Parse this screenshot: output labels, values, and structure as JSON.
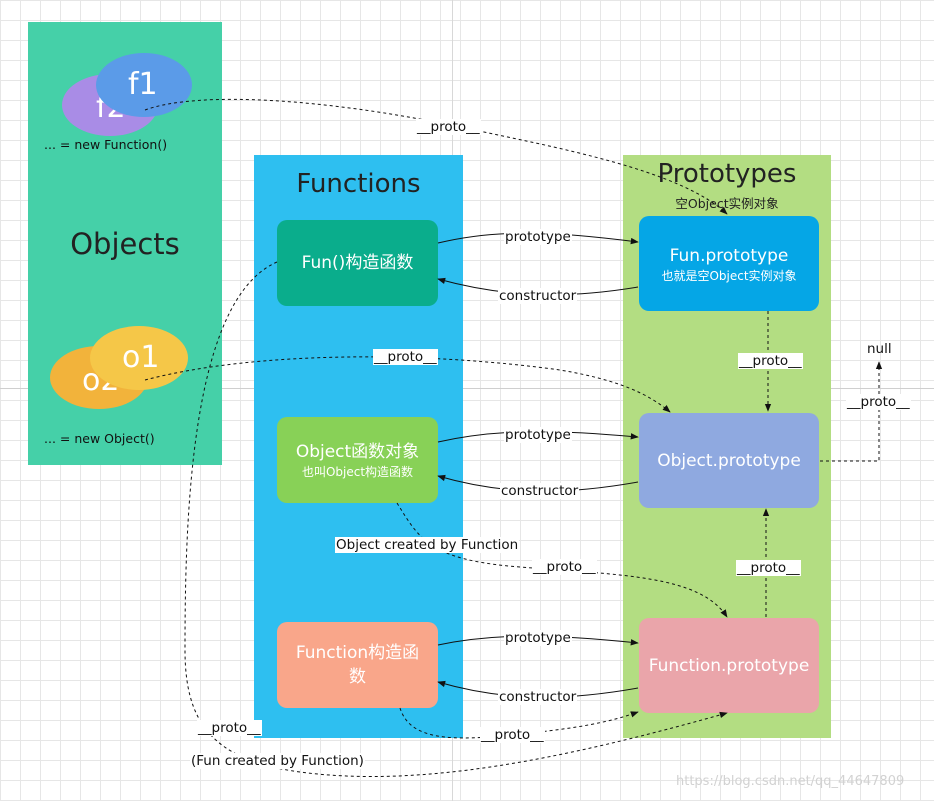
{
  "panels": {
    "objects": {
      "title": "Objects",
      "color": "#45d0a8"
    },
    "functions": {
      "title": "Functions",
      "color": "#2ebff0"
    },
    "prototypes": {
      "title": "Prototypes",
      "subtitle": "空Object实例对象",
      "color": "#b3dd82"
    }
  },
  "objects": {
    "ellipses": [
      {
        "label": "f2",
        "color": "#a98ce6"
      },
      {
        "label": "f1",
        "color": "#5b9be8"
      },
      {
        "label": "o2",
        "color": "#f2b33b"
      },
      {
        "label": "o1",
        "color": "#f5c748"
      }
    ],
    "new_function_caption": "... = new Function()",
    "new_object_caption": "... = new Object()"
  },
  "functions": {
    "fun": {
      "label": "Fun()构造函数",
      "color": "#0aad8c"
    },
    "object": {
      "label": "Object函数对象",
      "sub": "也叫Object构造函数",
      "color": "#88d157"
    },
    "function": {
      "label": "Function构造函数",
      "color": "#f9a68a"
    }
  },
  "prototypes": {
    "fun": {
      "label": "Fun.prototype",
      "sub": "也就是空Object实例对象",
      "color": "#05a6e6"
    },
    "object": {
      "label": "Object.prototype",
      "color": "#8fa9e0"
    },
    "function": {
      "label": "Function.prototype",
      "color": "#eaa5aa"
    }
  },
  "edge_labels": {
    "proto": "__proto__",
    "prototype": "prototype",
    "constructor": "constructor",
    "null": "null",
    "object_created": "Object created by Function",
    "fun_created": "(Fun created by Function)"
  },
  "watermark": "https://blog.csdn.net/qq_44647809"
}
